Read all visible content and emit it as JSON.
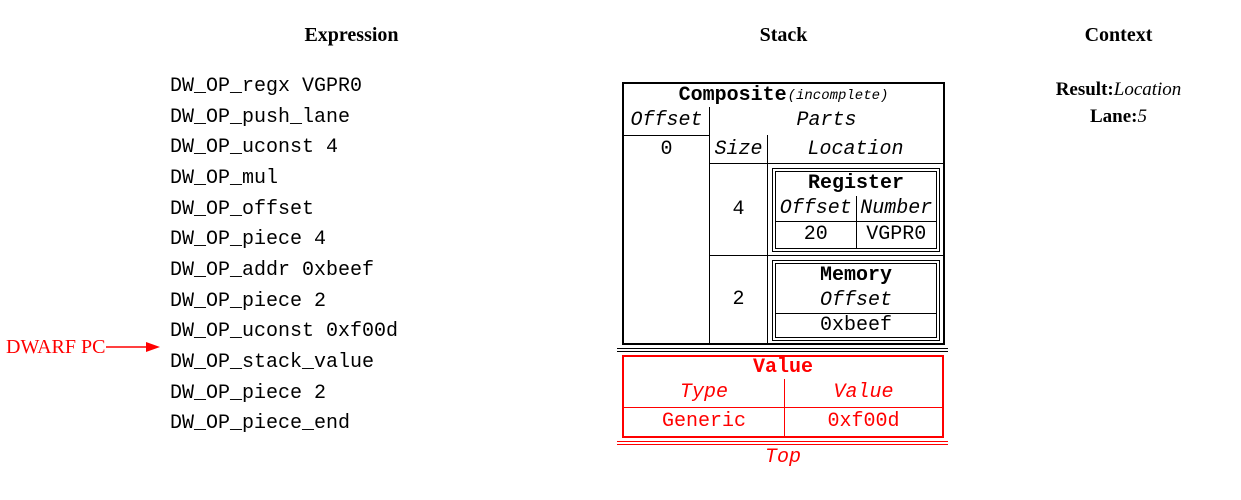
{
  "colors": {
    "accent_red": "#ff0000",
    "text_black": "#000000",
    "background": "#ffffff"
  },
  "expression": {
    "title": "Expression",
    "items": [
      "DW_OP_regx VGPR0",
      "DW_OP_push_lane",
      "DW_OP_uconst 4",
      "DW_OP_mul",
      "DW_OP_offset",
      "DW_OP_piece 4",
      "DW_OP_addr 0xbeef",
      "DW_OP_piece 2",
      "DW_OP_uconst 0xf00d",
      "DW_OP_stack_value",
      "DW_OP_piece 2",
      "DW_OP_piece_end"
    ],
    "pc_marker_label": "DWARF PC"
  },
  "stack": {
    "title": "Stack",
    "composite": {
      "title": "Composite",
      "qualifier": "(incomplete)",
      "offset_header": "Offset",
      "parts_header": "Parts",
      "offset_value": "0",
      "size_header": "Size",
      "location_header": "Location",
      "parts": [
        {
          "size": "4",
          "location_type": "Register",
          "col1_header": "Offset",
          "col2_header": "Number",
          "col1_value": "20",
          "col2_value": "VGPR0"
        },
        {
          "size": "2",
          "location_type": "Memory",
          "col1_header": "Offset",
          "col1_value": "0xbeef"
        }
      ]
    },
    "value_entry": {
      "title": "Value",
      "type_header": "Type",
      "value_header": "Value",
      "type_value": "Generic",
      "value_value": "0xf00d"
    },
    "top_label": "Top"
  },
  "context": {
    "title": "Context",
    "result_label": "Result:",
    "result_value": "Location",
    "lane_label": "Lane:",
    "lane_value": "5"
  }
}
